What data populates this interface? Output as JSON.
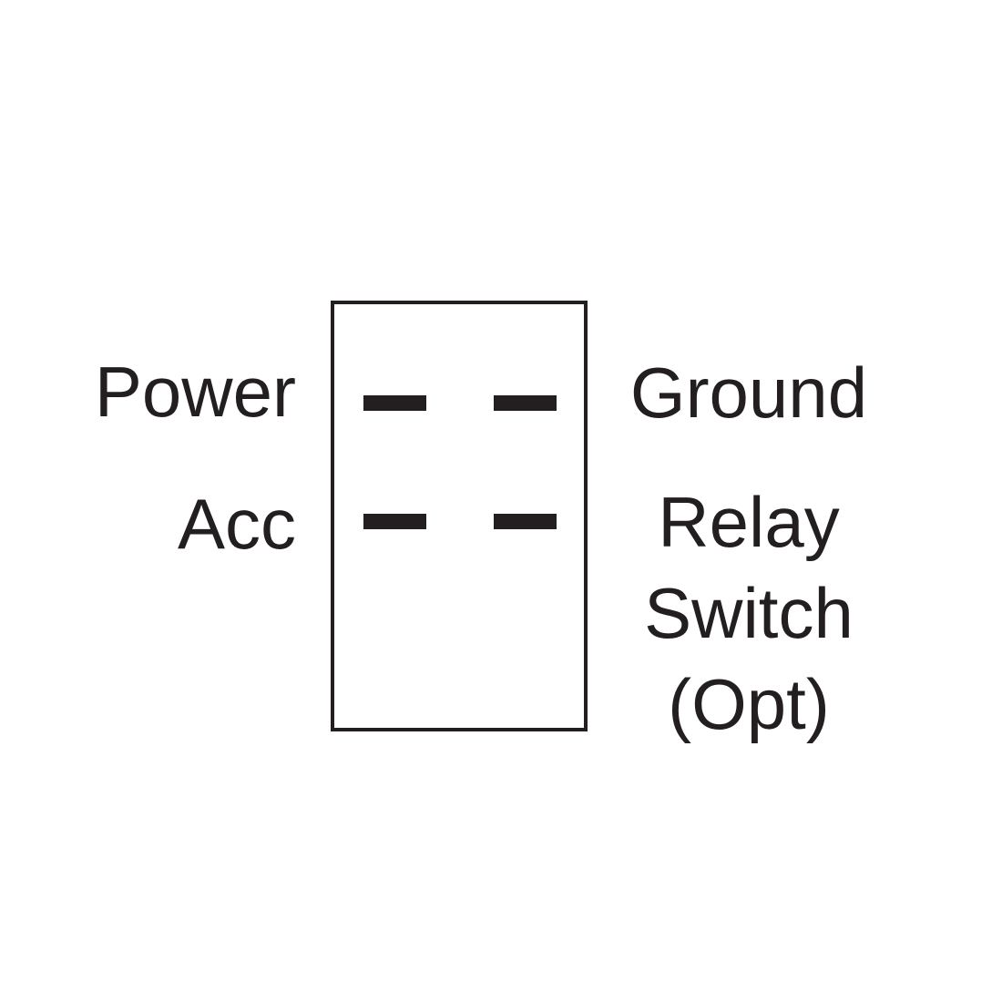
{
  "diagram": {
    "kind": "rocker-switch-wiring-diagram",
    "background_color": "#ffffff",
    "ink_color": "#231f20",
    "left_labels": {
      "power": "Power",
      "acc": "Acc"
    },
    "right_labels": {
      "ground": "Ground",
      "relay_switch_opt": "Relay\nSwitch\n(Opt)"
    },
    "terminals": [
      {
        "name": "power-terminal-blade",
        "row": "top",
        "column": "left"
      },
      {
        "name": "ground-terminal-blade",
        "row": "top",
        "column": "right"
      },
      {
        "name": "acc-terminal-blade",
        "row": "bottom",
        "column": "left"
      },
      {
        "name": "relay-terminal-blade",
        "row": "bottom",
        "column": "right"
      }
    ]
  }
}
